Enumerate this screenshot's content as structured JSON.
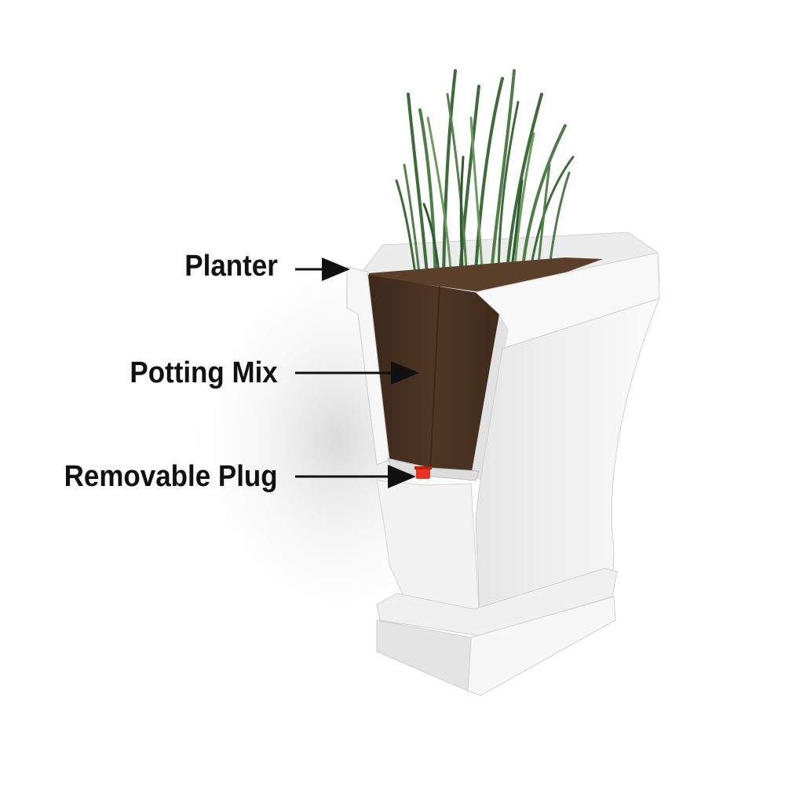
{
  "diagram": {
    "callouts": [
      {
        "id": "planter",
        "label": "Planter",
        "target": "planter-wall"
      },
      {
        "id": "potting-mix",
        "label": "Potting Mix",
        "target": "potting-mix-soil"
      },
      {
        "id": "removable-plug",
        "label": "Removable Plug",
        "target": "drain-plug"
      }
    ],
    "colors": {
      "background": "#ffffff",
      "planter": "#f4f4f4",
      "planter_shadow": "#d6d6d6",
      "soil": "#4a3322",
      "soil_dark": "#35241a",
      "grass": "#3e6b3a",
      "grass_light": "#6a9a5e",
      "plug": "#e8331f",
      "label_text": "#111111",
      "arrow": "#111111"
    }
  }
}
